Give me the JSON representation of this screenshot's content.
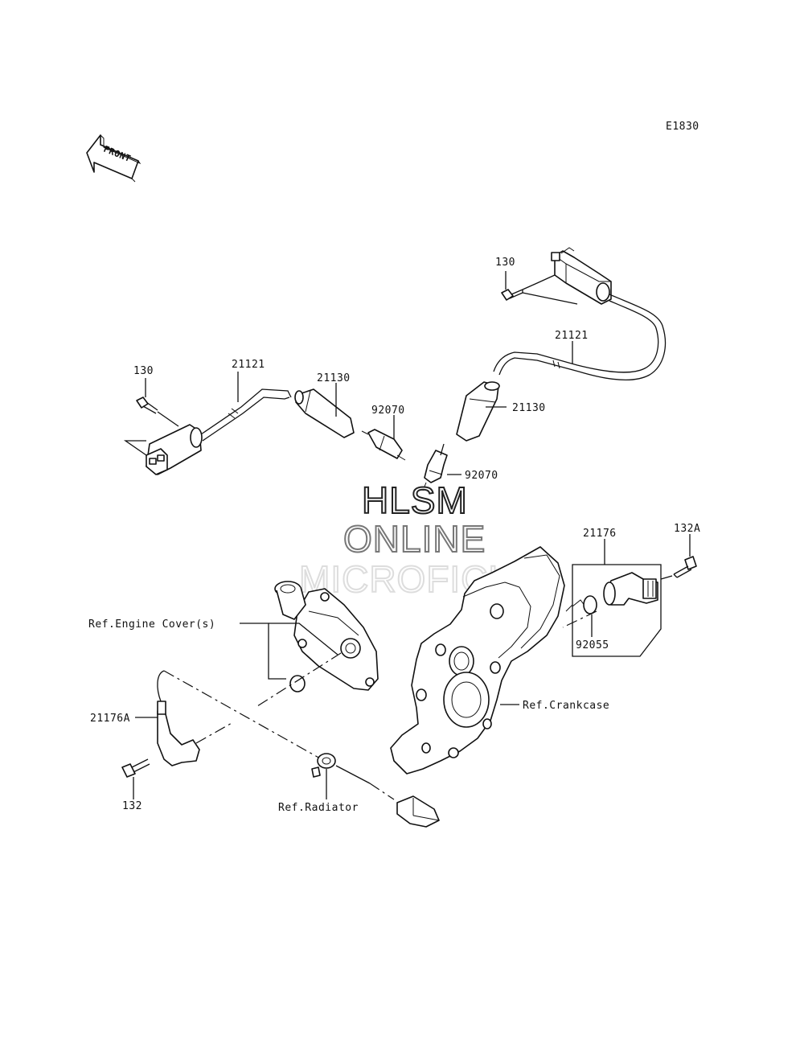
{
  "diagram": {
    "code": "E1830",
    "front_arrow": "FRONT",
    "watermark": {
      "line1": "HLSM",
      "line2": "ONLINE",
      "line3": "MICROFICHE"
    },
    "labels": {
      "bolt_130_right": "130",
      "bolt_130_left": "130",
      "wire_21121_right": "21121",
      "wire_21121_left": "21121",
      "cap_21130_left": "21130",
      "cap_21130_right": "21130",
      "plug_92070_left": "92070",
      "plug_92070_right": "92070",
      "sensor_21176": "21176",
      "bolt_132A": "132A",
      "oring_92055": "92055",
      "ref_engine_cover": "Ref.Engine Cover(s)",
      "ref_crankcase": "Ref.Crankcase",
      "sensor_21176A": "21176A",
      "bolt_132": "132",
      "ref_radiator": "Ref.Radiator"
    }
  }
}
